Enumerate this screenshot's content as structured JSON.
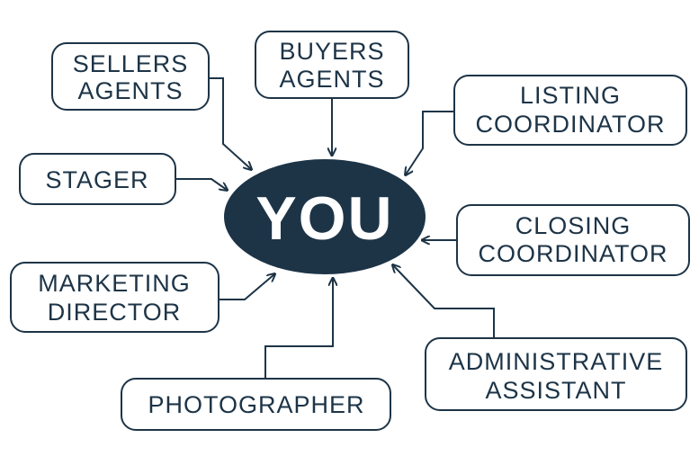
{
  "center": {
    "label": "YOU"
  },
  "colors": {
    "primary": "#1d3447",
    "background": "#ffffff"
  },
  "nodes": [
    {
      "id": "sellers-agents",
      "lines": [
        "SELLERS",
        "AGENTS"
      ]
    },
    {
      "id": "buyers-agents",
      "lines": [
        "BUYERS",
        "AGENTS"
      ]
    },
    {
      "id": "listing-coordinator",
      "lines": [
        "LISTING",
        "COORDINATOR"
      ]
    },
    {
      "id": "stager",
      "lines": [
        "STAGER"
      ]
    },
    {
      "id": "closing-coordinator",
      "lines": [
        "CLOSING",
        "COORDINATOR"
      ]
    },
    {
      "id": "marketing-director",
      "lines": [
        "MARKETING",
        "DIRECTOR"
      ]
    },
    {
      "id": "administrative-assistant",
      "lines": [
        "ADMINISTRATIVE",
        "ASSISTANT"
      ]
    },
    {
      "id": "photographer",
      "lines": [
        "PHOTOGRAPHER"
      ]
    }
  ],
  "edges": [
    {
      "from": "sellers-agents",
      "to": "center"
    },
    {
      "from": "buyers-agents",
      "to": "center"
    },
    {
      "from": "listing-coordinator",
      "to": "center"
    },
    {
      "from": "stager",
      "to": "center"
    },
    {
      "from": "closing-coordinator",
      "to": "center"
    },
    {
      "from": "marketing-director",
      "to": "center"
    },
    {
      "from": "administrative-assistant",
      "to": "center"
    },
    {
      "from": "photographer",
      "to": "center"
    }
  ]
}
